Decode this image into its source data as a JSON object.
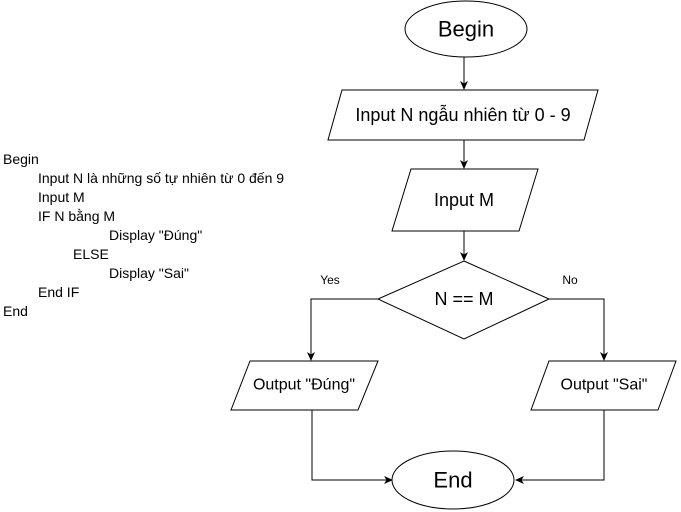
{
  "pseudocode": [
    {
      "text": "Begin",
      "indent": 0
    },
    {
      "text": "Input N là những số tự nhiên từ 0 đến 9",
      "indent": 1
    },
    {
      "text": "Input M",
      "indent": 1
    },
    {
      "text": "IF N bằng M",
      "indent": 1
    },
    {
      "text": "Display \"Đúng\"",
      "indent": 3
    },
    {
      "text": "ELSE",
      "indent": 2
    },
    {
      "text": "Display \"Sai\"",
      "indent": 3
    },
    {
      "text": "End IF",
      "indent": 1
    },
    {
      "text": "End",
      "indent": 0
    }
  ],
  "flowchart": {
    "begin": "Begin",
    "input_n": "Input N ngẫu nhiên từ 0 - 9",
    "input_m": "Input M",
    "decision": "N == M",
    "yes_label": "Yes",
    "no_label": "No",
    "output_true": "Output \"Đúng\"",
    "output_false": "Output \"Sai\"",
    "end": "End"
  },
  "colors": {
    "stroke": "#000000",
    "fill": "#ffffff",
    "text": "#000000"
  }
}
